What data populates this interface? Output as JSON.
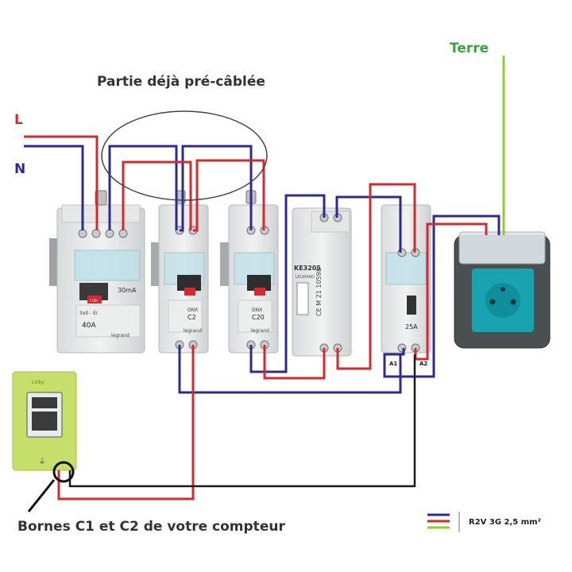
{
  "labels": {
    "title": "Partie déjà pré-câblée",
    "L": "L",
    "N": "N",
    "terre": "Terre",
    "bornes": "Bornes C1 et C2 de votre compteur",
    "legend": "R2V 3G 2,5 mm²",
    "A1": "A1",
    "A2": "A2"
  },
  "devices": {
    "diff": {
      "rating": "40A",
      "sens": "30mA",
      "brand": "legrand",
      "code": "3x0 - Ei",
      "small": "I.On"
    },
    "c2": {
      "type": "DNX",
      "rating": "C2",
      "brand": "legrand"
    },
    "c20": {
      "type": "DNX",
      "rating": "C20",
      "brand": "legrand"
    },
    "meter": {
      "model": "KE3205",
      "brand": "LEGRAND",
      "code": "CE M 21 10598"
    },
    "contactor": {
      "rating": "25A"
    },
    "compteur": {
      "brand": "Linky"
    }
  },
  "colors": {
    "phase": "#d6282e",
    "neutral": "#2e2a92",
    "earth": "#8ccf2a",
    "earth_label": "#3aa53a",
    "control": "#1a1a1a",
    "socket": "#19a2b0",
    "linky": "#c6de6a"
  },
  "legend_colors": [
    "#2e2a92",
    "#d6282e",
    "#8ccf2a"
  ]
}
